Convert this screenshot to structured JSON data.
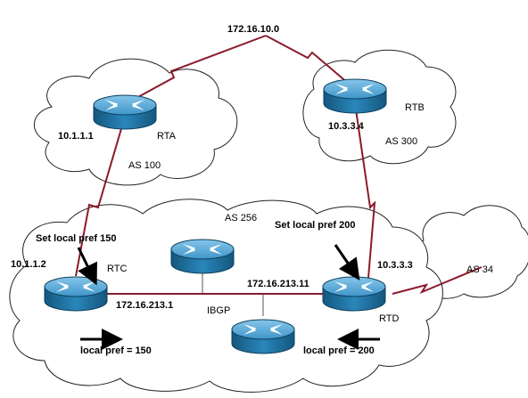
{
  "networks": {
    "top_network": "172.16.10.0",
    "ibgp_network_left": "172.16.213.1",
    "ibgp_network_right": "172.16.213.11"
  },
  "autonomous_systems": {
    "as100": "AS 100",
    "as300": "AS 300",
    "as256": "AS 256",
    "as34": "AS 34"
  },
  "routers": {
    "rta": {
      "name": "RTA",
      "ip": "10.1.1.1"
    },
    "rtb": {
      "name": "RTB",
      "ip": "10.3.3.4"
    },
    "rtc": {
      "name": "RTC",
      "ip": "10.1.1.2"
    },
    "rtd": {
      "name": "RTD",
      "ip": "10.3.3.3"
    }
  },
  "annotations": {
    "set_pref_left": "Set local pref 150",
    "set_pref_right": "Set local pref 200",
    "local_pref_left": "local pref = 150",
    "local_pref_right": "local pref = 200",
    "ibgp": "IBGP"
  },
  "colors": {
    "link": "#8b1a2b",
    "router_top": "#5aa9d6",
    "router_side": "#1b6d9c",
    "cloud_stroke": "#222222",
    "arrow": "#000000"
  }
}
